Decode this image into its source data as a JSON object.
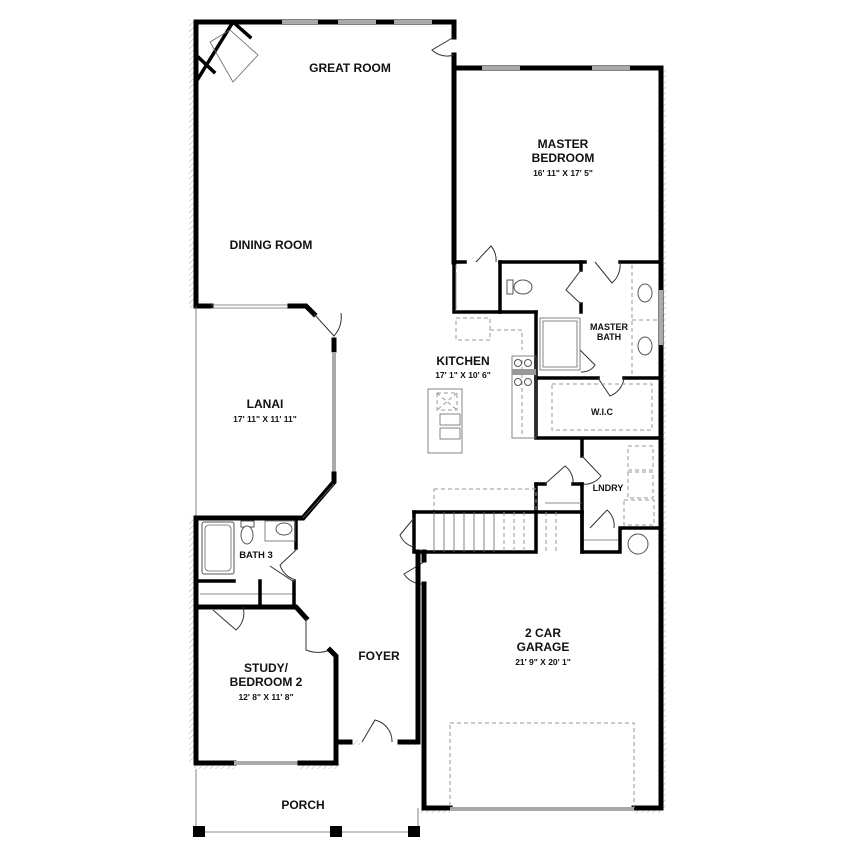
{
  "floor_plan": {
    "rooms": [
      {
        "id": "great-room",
        "name": "GREAT ROOM",
        "dims": ""
      },
      {
        "id": "master-bedroom",
        "name": "MASTER\nBEDROOM",
        "name_line1": "MASTER",
        "name_line2": "BEDROOM",
        "dims": "16' 11\" X 17' 5\""
      },
      {
        "id": "dining-room",
        "name": "DINING ROOM",
        "dims": ""
      },
      {
        "id": "kitchen",
        "name": "KITCHEN",
        "dims": "17' 1\" X 10' 6\""
      },
      {
        "id": "master-bath",
        "name_line1": "MASTER",
        "name_line2": "BATH",
        "dims": ""
      },
      {
        "id": "wic",
        "name": "W.I.C",
        "dims": ""
      },
      {
        "id": "lanai",
        "name": "LANAI",
        "dims": "17' 11\" X 11' 11\""
      },
      {
        "id": "lndry",
        "name": "LNDRY",
        "dims": ""
      },
      {
        "id": "bath-3",
        "name": "BATH 3",
        "dims": ""
      },
      {
        "id": "foyer",
        "name": "FOYER",
        "dims": ""
      },
      {
        "id": "garage",
        "name_line1": "2 CAR",
        "name_line2": "GARAGE",
        "dims": "21' 9\" X 20' 1\""
      },
      {
        "id": "study",
        "name_line1": "STUDY/",
        "name_line2": "BEDROOM 2",
        "dims": "12' 8\" X 11' 8\""
      },
      {
        "id": "porch",
        "name": "PORCH",
        "dims": ""
      }
    ],
    "colors": {
      "wall": "#000000",
      "window": "#aaaaaa",
      "fixture": "#555555",
      "background": "#ffffff"
    }
  }
}
